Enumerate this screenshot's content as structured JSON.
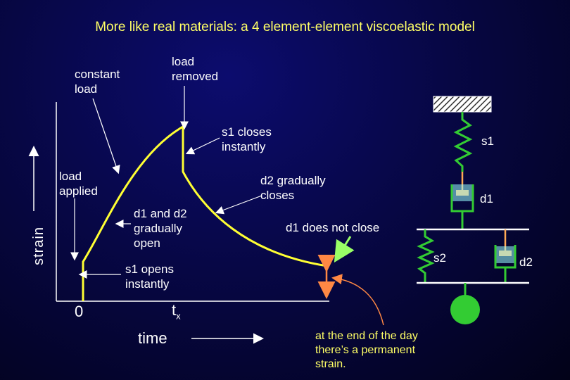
{
  "title": "More like real materials: a 4 element-element viscoelastic model",
  "axes": {
    "y_label": "strain",
    "x_label": "time",
    "origin_label": "0",
    "tx_base": "t",
    "tx_sub": "x"
  },
  "annotations": {
    "constant_load": "constant\nload",
    "load_removed": "load\nremoved",
    "s1_closes": "s1 closes\ninstantly",
    "load_applied": "load\napplied",
    "d2_closes": "d2 gradually\ncloses",
    "d1_d2_open": "d1 and d2\ngradually\nopen",
    "s1_opens": "s1 opens\ninstantly",
    "d1_not_close": "d1 does not close",
    "permanent": "at the end of the day\nthere’s a permanent\nstrain."
  },
  "model_labels": {
    "s1": "s1",
    "d1": "d1",
    "s2": "s2",
    "d2": "d2"
  },
  "colors": {
    "title": "#ffff66",
    "curve": "#ffff33",
    "spring": "#33cc33",
    "dashpot": "#99ffff",
    "mass": "#33cc33",
    "piston": "#ffaa55",
    "callout": "#ff8844",
    "arrow_green": "#99ff66"
  }
}
